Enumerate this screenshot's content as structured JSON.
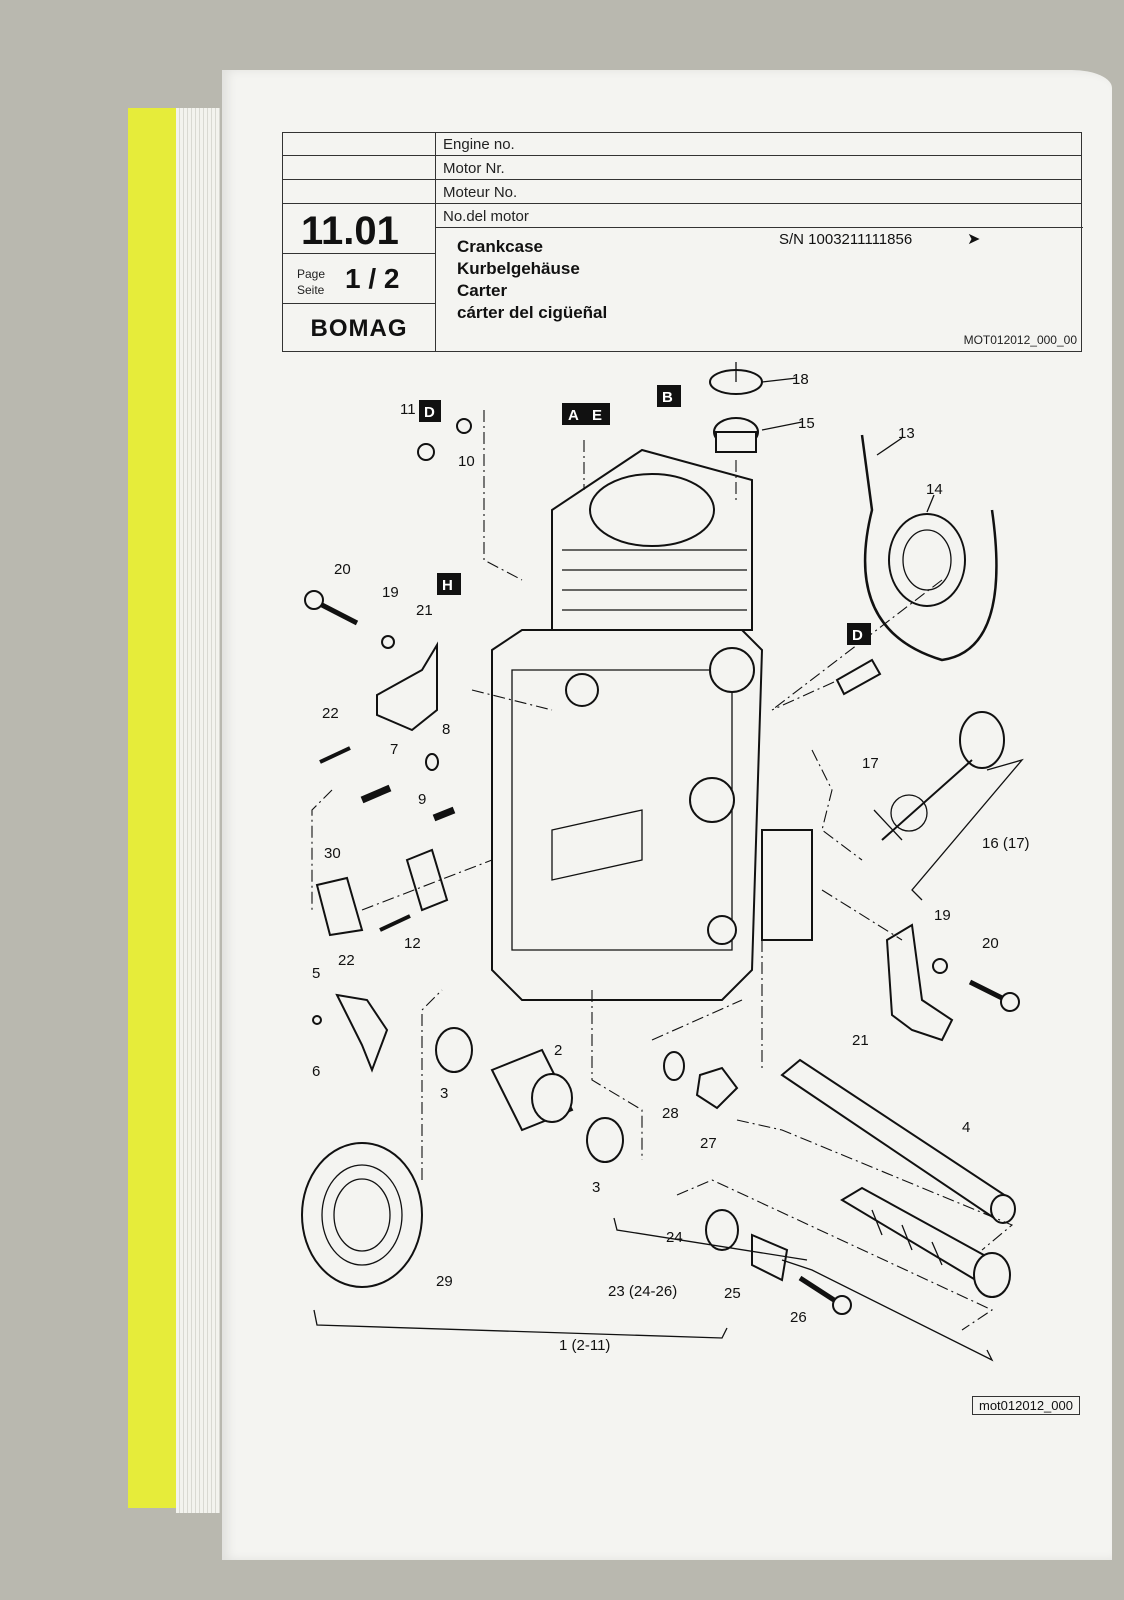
{
  "header": {
    "labels": [
      "Engine no.",
      "Motor Nr.",
      "Moteur No.",
      "No.del motor"
    ],
    "serial": "S/N 1003211111856",
    "section": "11.01",
    "page_label_en": "Page",
    "page_label_de": "Seite",
    "page_value": "1 / 2",
    "brand": "BOMAG",
    "titles": [
      "Crankcase",
      "Kurbelgehäuse",
      "Carter",
      "cárter del cigüeñal"
    ],
    "doc_ref": "MOT012012_000_00"
  },
  "figure_ref": "mot012012_000",
  "callouts": [
    "1 (2-11)",
    "2",
    "3",
    "3",
    "4",
    "5",
    "6",
    "7",
    "8",
    "9",
    "10",
    "11",
    "12",
    "13",
    "14",
    "15",
    "16 (17)",
    "17",
    "18",
    "19",
    "19",
    "20",
    "20",
    "21",
    "21",
    "22",
    "22",
    "23  (24-26)",
    "24",
    "25",
    "26",
    "27",
    "28",
    "29",
    "30"
  ],
  "markers": [
    "D",
    "A",
    "E",
    "B",
    "H",
    "D"
  ]
}
